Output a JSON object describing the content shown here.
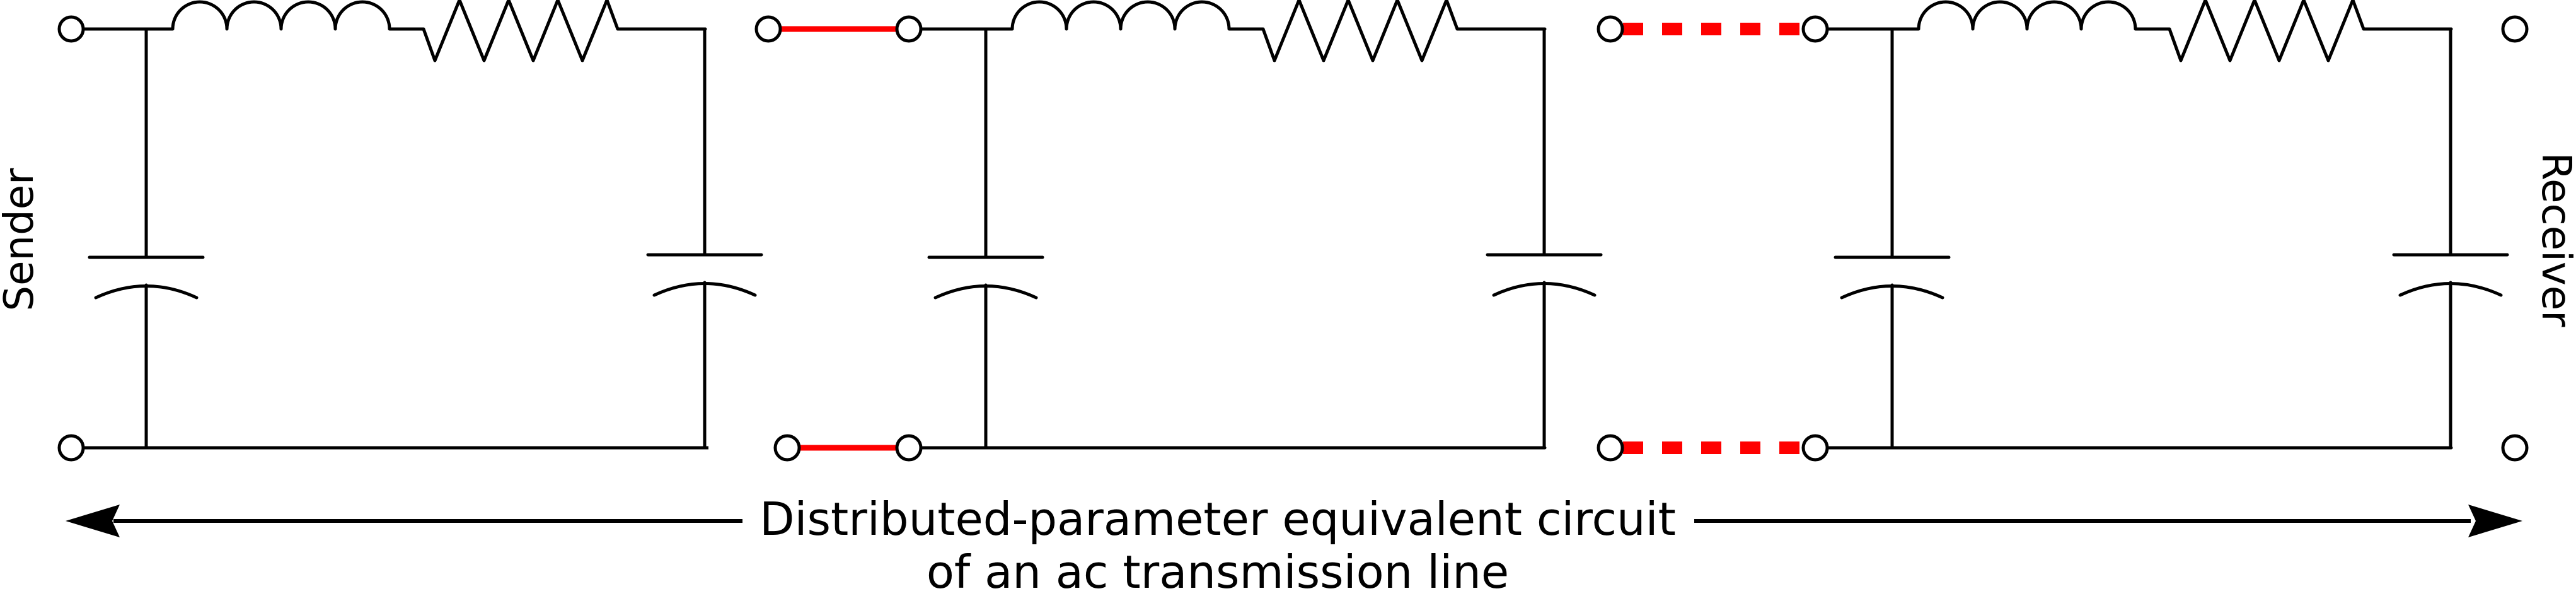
{
  "labels": {
    "sender": "Sender",
    "receiver": "Receiver",
    "caption_line1": "Distributed-parameter equivalent circuit",
    "caption_line2": "of an ac transmission line"
  },
  "colors": {
    "wire": "#000000",
    "connector": "#ff0000",
    "terminal_fill": "#ffffff",
    "background": "#ffffff"
  },
  "circuit": {
    "section_count": 3,
    "elements_per_section": [
      "inductor",
      "resistor",
      "capacitor",
      "capacitor"
    ],
    "connectors": [
      {
        "between": "section-1 / section-2",
        "style": "solid"
      },
      {
        "between": "section-2 / section-3",
        "style": "dashed"
      }
    ]
  }
}
